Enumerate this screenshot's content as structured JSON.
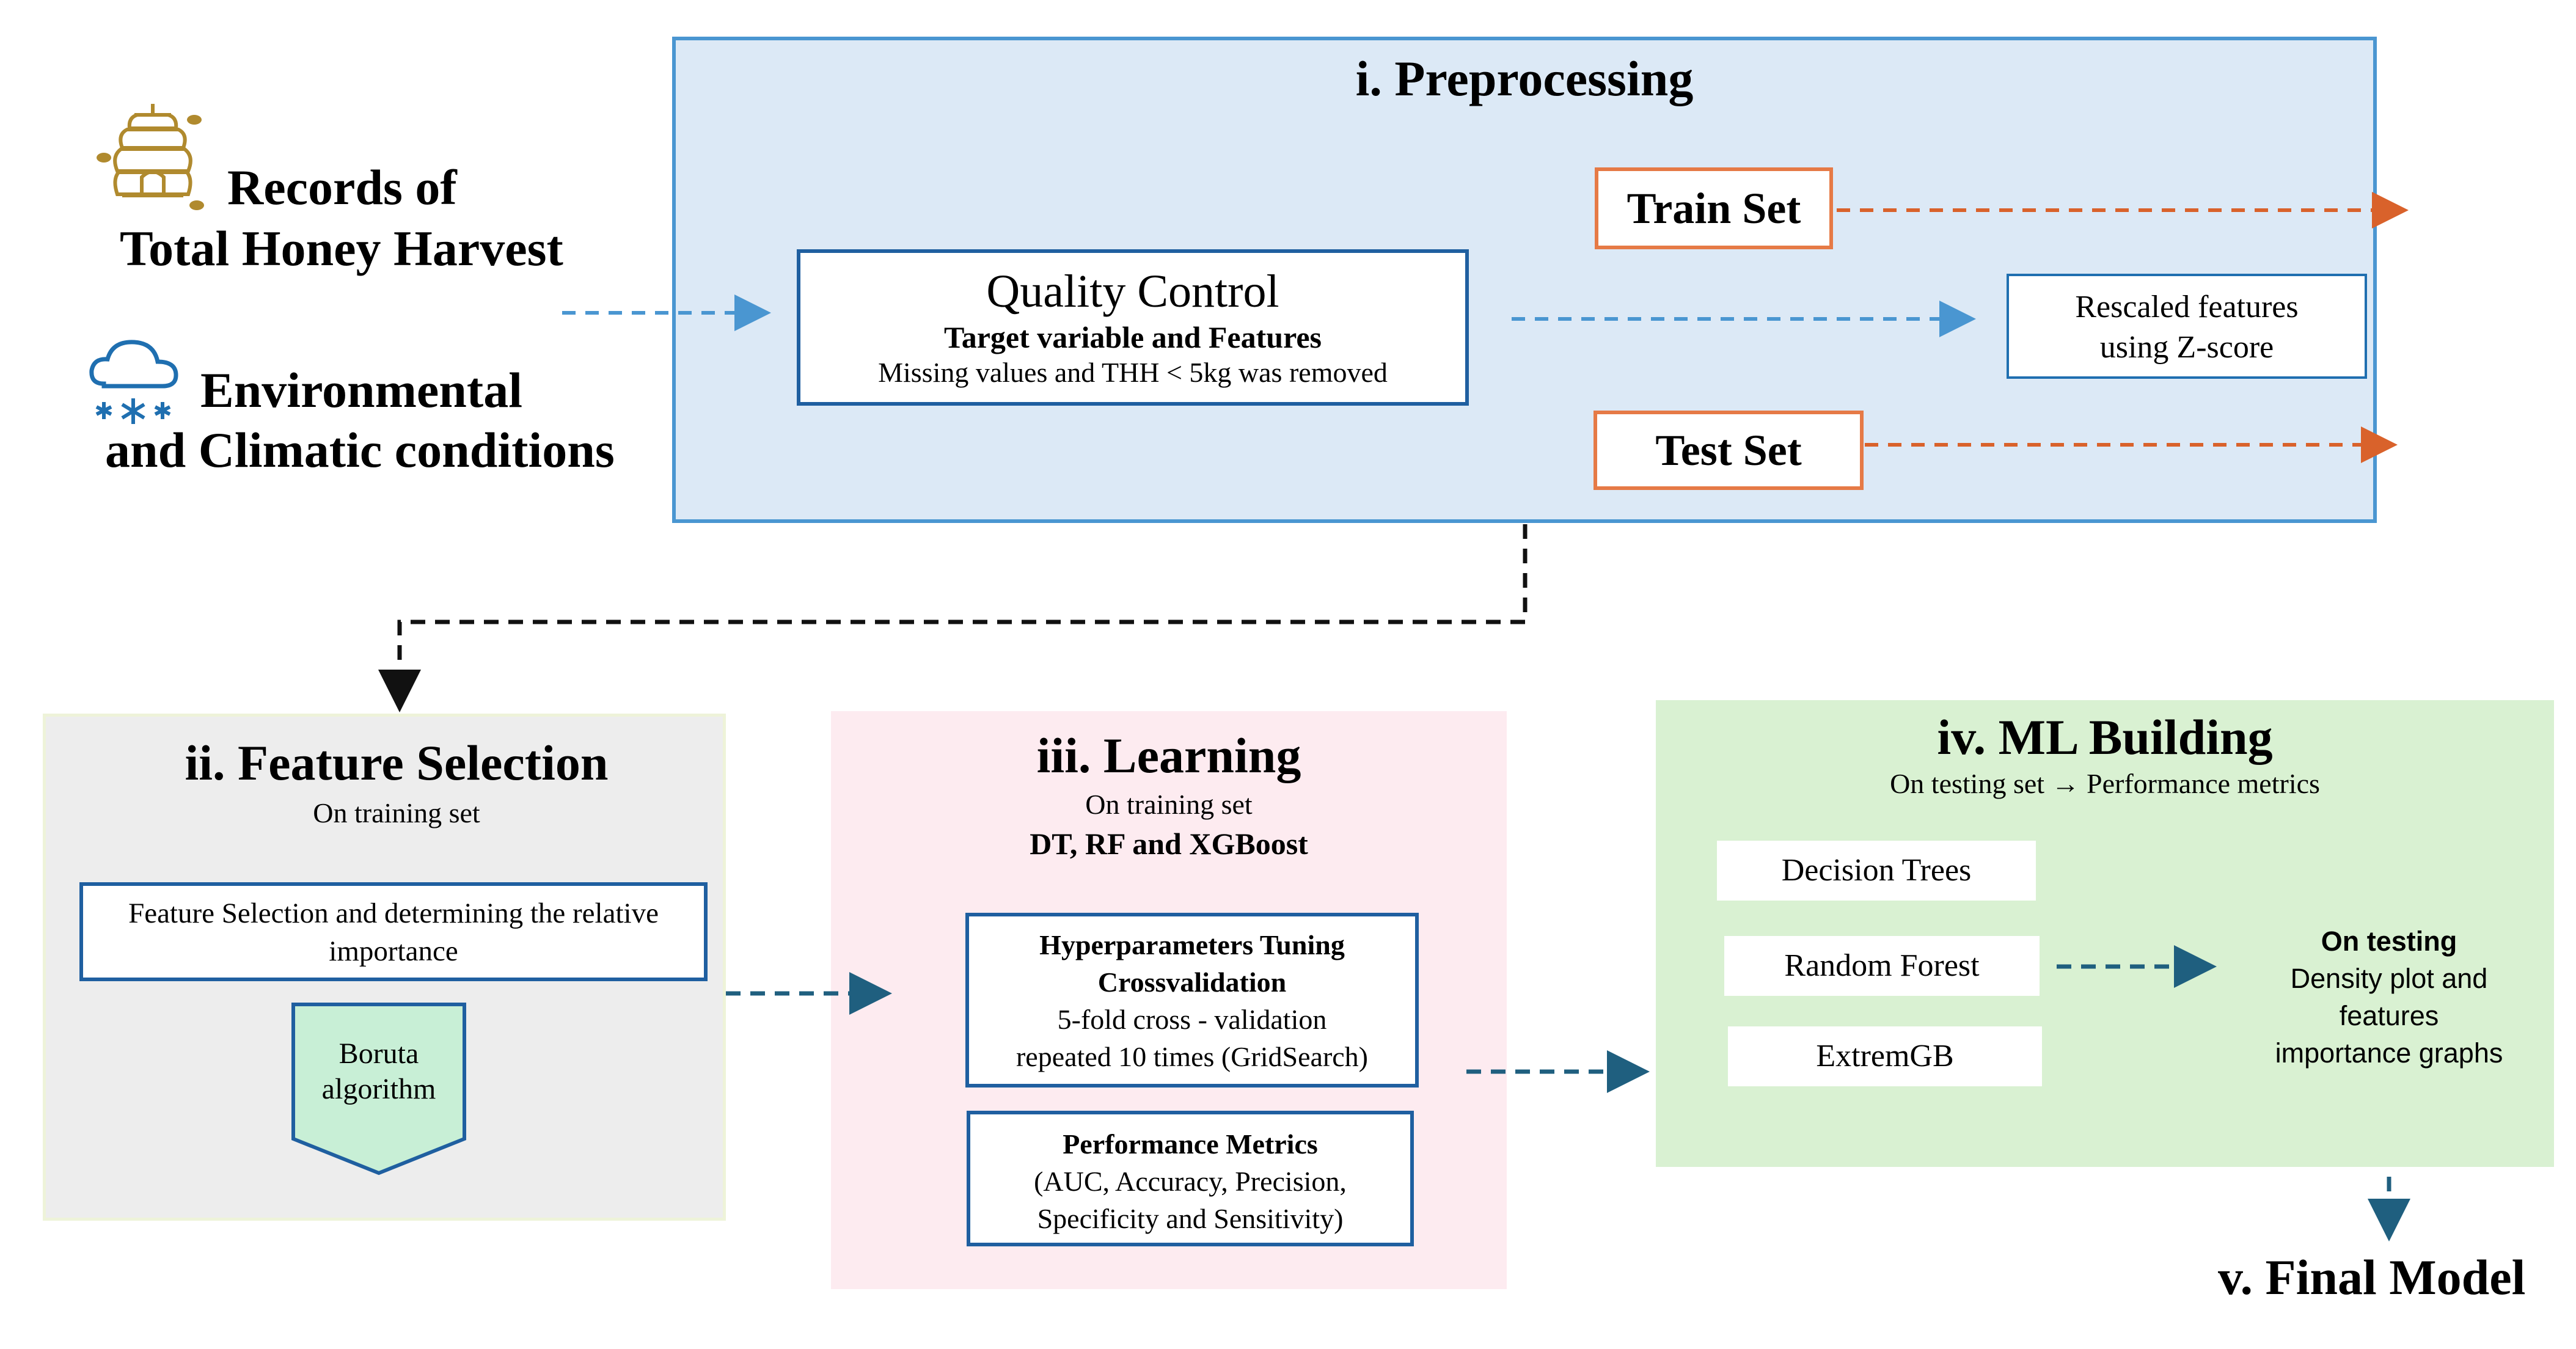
{
  "inputs": {
    "honey_line1": "Records of",
    "honey_line2": "Total Honey Harvest",
    "env_line1": "Environmental",
    "env_line2": "and Climatic conditions"
  },
  "preprocessing": {
    "title": "i. Preprocessing",
    "qc_title": "Quality Control",
    "qc_sub": "Target variable and Features",
    "qc_note": "Missing values and THH < 5kg was removed",
    "train": "Train Set",
    "test": "Test Set",
    "rescaled_line1": "Rescaled features",
    "rescaled_line2": "using Z-score"
  },
  "feature_selection": {
    "title": "ii. Feature Selection",
    "sub": "On training set",
    "box_line1": "Feature Selection and determining the relative",
    "box_line2": "importance",
    "boruta_line1": "Boruta",
    "boruta_line2": "algorithm"
  },
  "learning": {
    "title": "iii. Learning",
    "sub": "On training set",
    "models": "DT, RF and XGBoost",
    "hp_line1": "Hyperparameters Tuning",
    "hp_line2": "Crossvalidation",
    "hp_line3": "5-fold cross - validation",
    "hp_line4": "repeated 10 times (GridSearch)",
    "pm_title": "Performance Metrics",
    "pm_line1": "(AUC, Accuracy, Precision,",
    "pm_line2": "Specificity and Sensitivity)"
  },
  "ml_building": {
    "title": "iv. ML Building",
    "sub": "On testing set → Performance metrics",
    "model1": "Decision Trees",
    "model2": "Random Forest",
    "model3": "ExtremGB",
    "testing_title": "On testing",
    "testing_line1": "Density plot and",
    "testing_line2": "features",
    "testing_line3": "importance graphs"
  },
  "final": {
    "title": "v. Final Model"
  },
  "colors": {
    "blue_arrow": "#4a96d1",
    "orange_arrow": "#d9622b",
    "teal_arrow": "#1f5f7f",
    "black_arrow": "#111111",
    "honey_icon": "#b08a2e",
    "cloud_icon": "#1f6fb0"
  }
}
